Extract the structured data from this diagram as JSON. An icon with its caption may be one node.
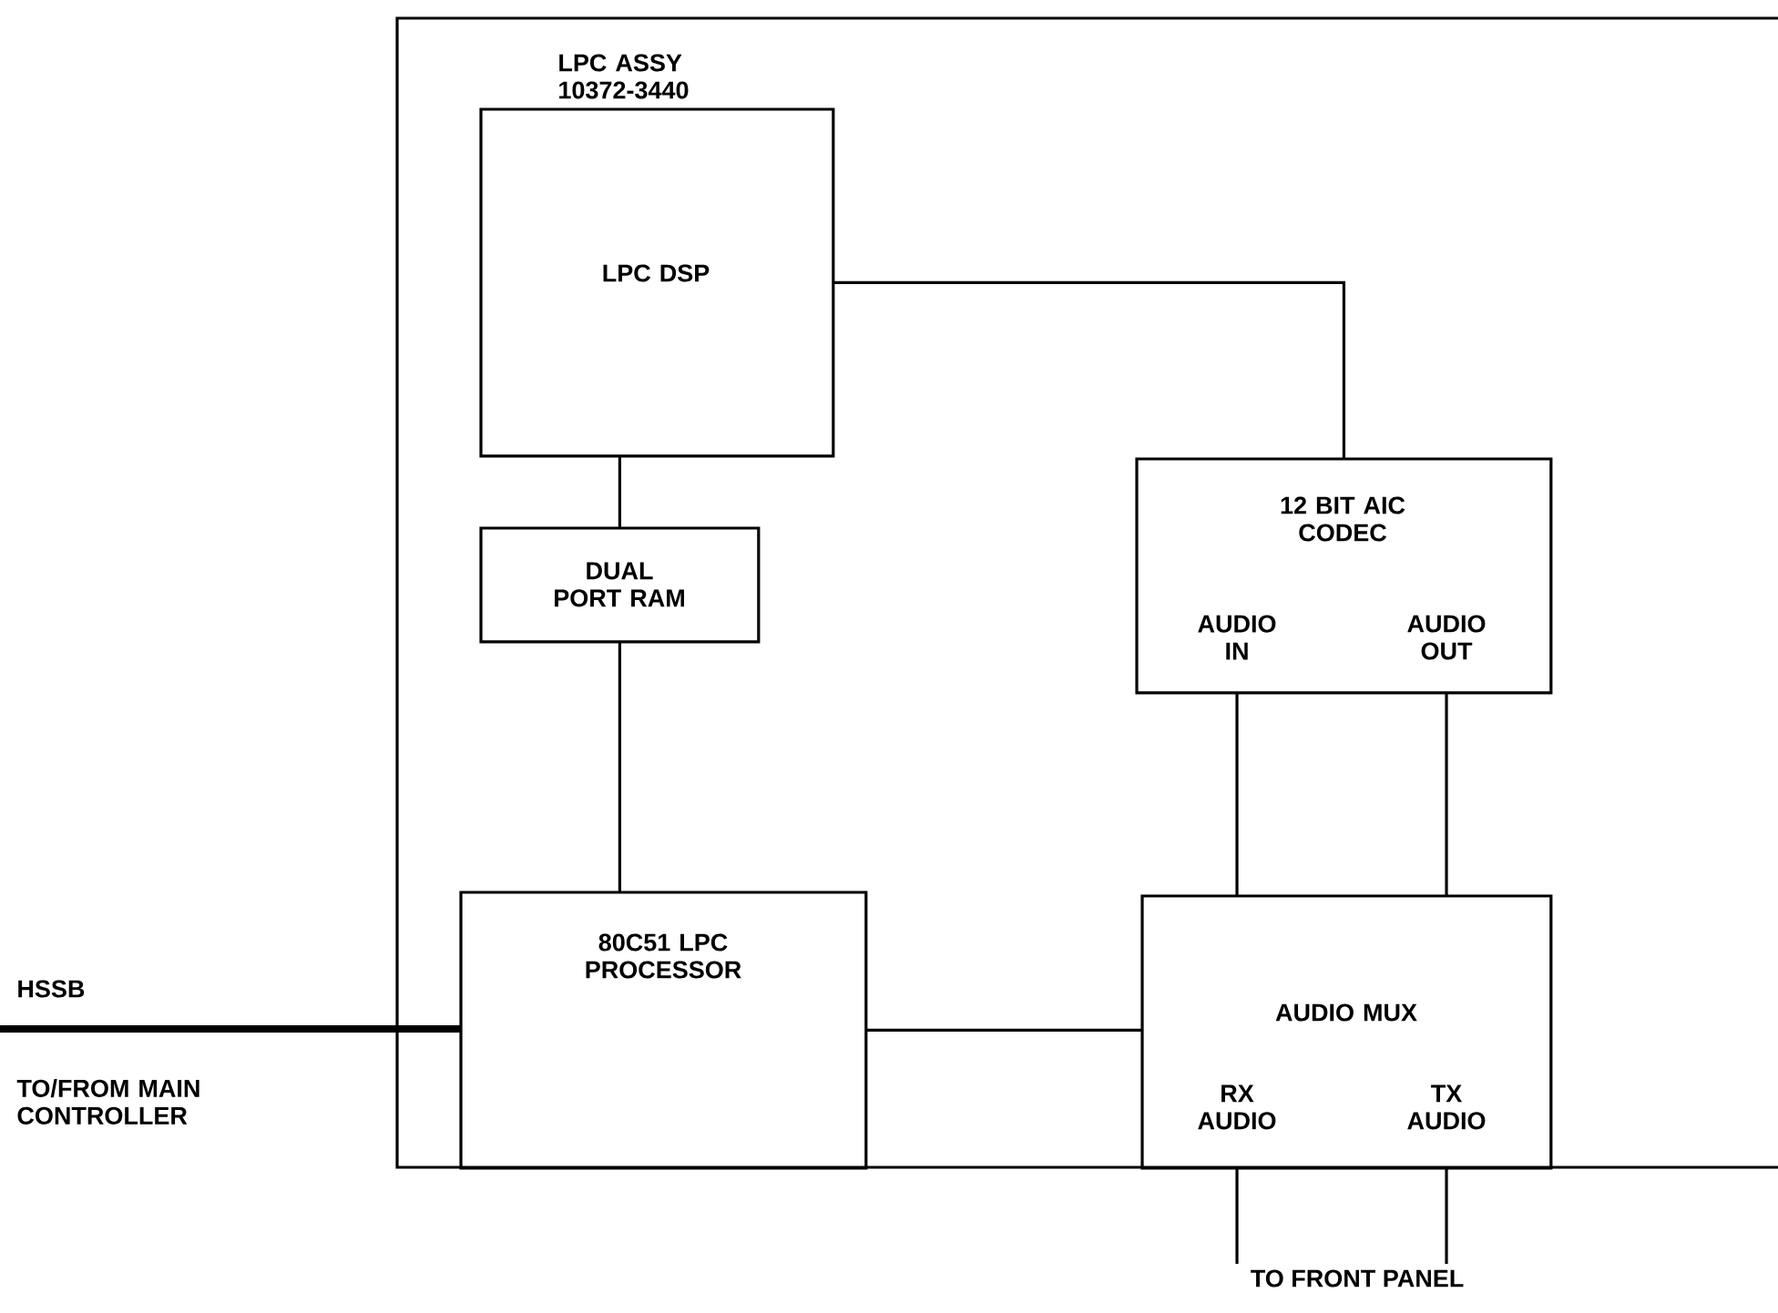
{
  "diagram": {
    "nodes": [
      {
        "text": [
          "LPC ASSY 10372-3440"
        ]
      },
      {
        "text": [
          "LPC DSP"
        ],
        "in": 0
      },
      {
        "text": [
          "12 BIT AIC CODEC",
          "AUDIO IN",
          "AUDIO OUT"
        ],
        "in": 0
      },
      {
        "text": [
          "DUAL PORT RAM"
        ],
        "in": 0
      },
      {
        "text": [
          "80C51 LPC PROCESSOR"
        ],
        "in": 0
      },
      {
        "text": [
          "AUDIO MUX",
          "RX AUDIO",
          "TX AUDIO"
        ],
        "in": 0
      },
      {
        "text": [
          "TO FRONT PANEL"
        ]
      }
    ],
    "edges": [
      {
        "from": 1,
        "to": 3,
        "arrow": "none"
      },
      {
        "from": 3,
        "to": 4,
        "arrow": "none"
      },
      {
        "from": 1,
        "to": 2,
        "arrow": "none"
      },
      {
        "from": 2,
        "to": 5,
        "arrow": "none"
      },
      {
        "from": 2,
        "to": 5,
        "arrow": "none"
      },
      {
        "from": 4,
        "to": 5,
        "arrow": "none"
      },
      {
        "from": null,
        "to": 4,
        "arrow": "none",
        "label": "HSSB",
        "style": "thick"
      },
      {
        "from": 5,
        "to": 6,
        "arrow": "none"
      },
      {
        "from": 5,
        "to": 6,
        "arrow": "none"
      }
    ],
    "labels": [
      "TO/FROM MAIN CONTROLLER"
    ]
  }
}
